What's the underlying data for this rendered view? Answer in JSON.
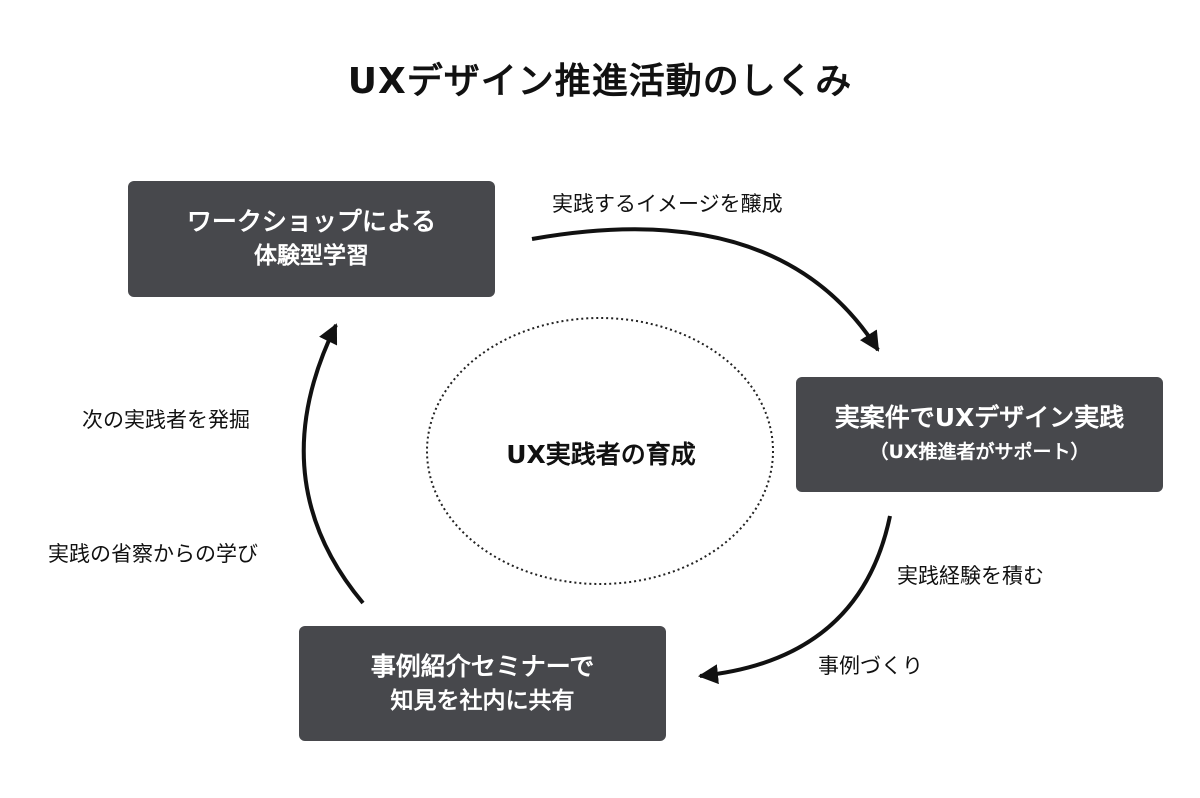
{
  "title": "UXデザイン推進活動のしくみ",
  "center": {
    "label": "UX実践者の育成"
  },
  "boxes": {
    "workshop": {
      "line1": "ワークショップによる",
      "line2": "体験型学習"
    },
    "project": {
      "line1": "実案件でUXデザイン実践",
      "line2": "（UX推進者がサポート）"
    },
    "seminar": {
      "line1": "事例紹介セミナーで",
      "line2": "知見を社内に共有"
    }
  },
  "labels": {
    "foster_image": "実践するイメージを醸成",
    "gain_experience": "実践経験を積む",
    "case_making": "事例づくり",
    "find_next": "次の実践者を発掘",
    "learn_reflection": "実践の省察からの学び"
  },
  "colors": {
    "box_fill": "#47484c",
    "box_text": "#ffffff",
    "arrow": "#111111",
    "background": "#ffffff"
  }
}
